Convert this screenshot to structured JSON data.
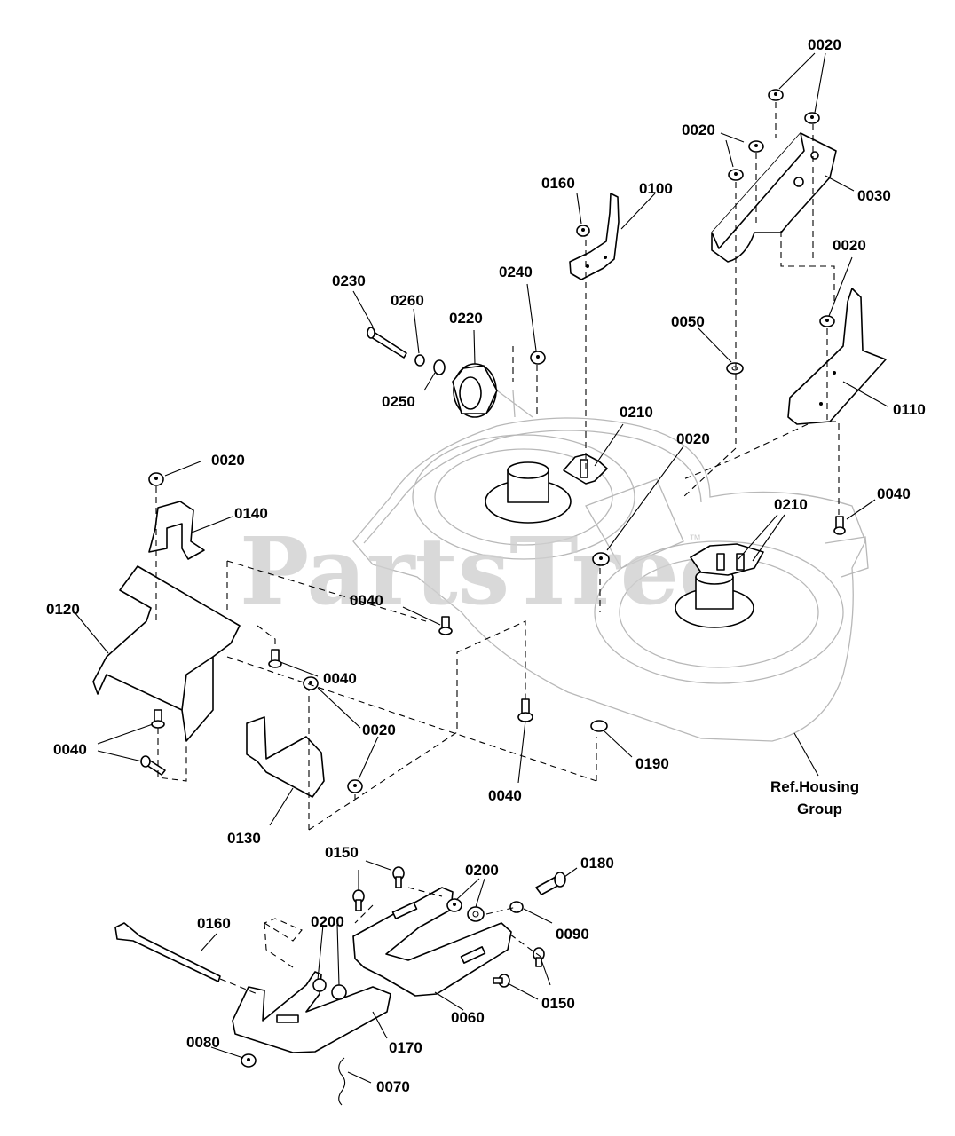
{
  "watermark": {
    "text": "PartsTree",
    "trademark": "™"
  },
  "labels": {
    "l0020_top": "0020",
    "l0020_a": "0020",
    "l0030": "0030",
    "l0160_top": "0160",
    "l0100": "0100",
    "l0020_b": "0020",
    "l0230": "0230",
    "l0260": "0260",
    "l0220": "0220",
    "l0240": "0240",
    "l0050": "0050",
    "l0250": "0250",
    "l0210_a": "0210",
    "l0110": "0110",
    "l0020_c": "0020",
    "l0020_d": "0020",
    "l0140": "0140",
    "l0040_a": "0040",
    "l0210_b": "0210",
    "l0120": "0120",
    "l0040_b": "0040",
    "l0040_c": "0040",
    "l0020_e": "0020",
    "l0040_d": "0040",
    "l0190": "0190",
    "l0040_e": "0040",
    "ref_line1": "Ref.Housing",
    "ref_line2": "Group",
    "l0130": "0130",
    "l0150_a": "0150",
    "l0200_a": "0200",
    "l0180": "0180",
    "l0090": "0090",
    "l0160_bot": "0160",
    "l0200_b": "0200",
    "l0150_b": "0150",
    "l0060": "0060",
    "l0080": "0080",
    "l0170": "0170",
    "l0070": "0070"
  }
}
